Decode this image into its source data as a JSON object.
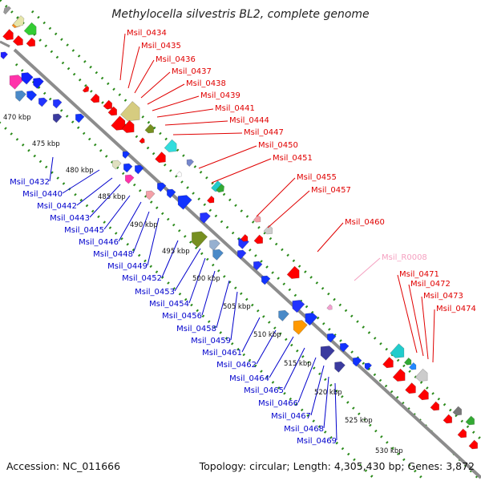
{
  "title": "Methylocella silvestris BL2, complete genome",
  "footer": {
    "accession": "Accession: NC_011666",
    "topology": "Topology: circular; Length: 4,305,430 bp; Genes: 3,872"
  },
  "colors": {
    "forward_label": "#e00000",
    "reverse_label": "#0000cc",
    "rna_label": "#f5a0c0",
    "backbone": "#8c8c8c",
    "tick_dots": "#2a8a1a"
  },
  "kbp_ticks": [
    "470 kbp",
    "475 kbp",
    "480 kbp",
    "485 kbp",
    "490 kbp",
    "495 kbp",
    "500 kbp",
    "505 kbp",
    "510 kbp",
    "515 kbp",
    "520 kbp",
    "525 kbp",
    "530 kbp"
  ],
  "forward_genes": [
    "Msil_0434",
    "Msil_0435",
    "Msil_0436",
    "Msil_0437",
    "Msil_0438",
    "Msil_0439",
    "Msil_0441",
    "Msil_0444",
    "Msil_0447",
    "Msil_0450",
    "Msil_0451",
    "Msil_0455",
    "Msil_0457",
    "Msil_0460",
    "Msil_R0008",
    "Msil_0471",
    "Msil_0472",
    "Msil_0473",
    "Msil_0474"
  ],
  "reverse_genes": [
    "Msil_0432",
    "Msil_0440",
    "Msil_0442",
    "Msil_0443",
    "Msil_0445",
    "Msil_0446",
    "Msil_0448",
    "Msil_0449",
    "Msil_0452",
    "Msil_0453",
    "Msil_0454",
    "Msil_0456",
    "Msil_0458",
    "Msil_0459",
    "Msil_0461",
    "Msil_0462",
    "Msil_0464",
    "Msil_0465",
    "Msil_0466",
    "Msil_0467",
    "Msil_0468",
    "Msil_0469"
  ]
}
